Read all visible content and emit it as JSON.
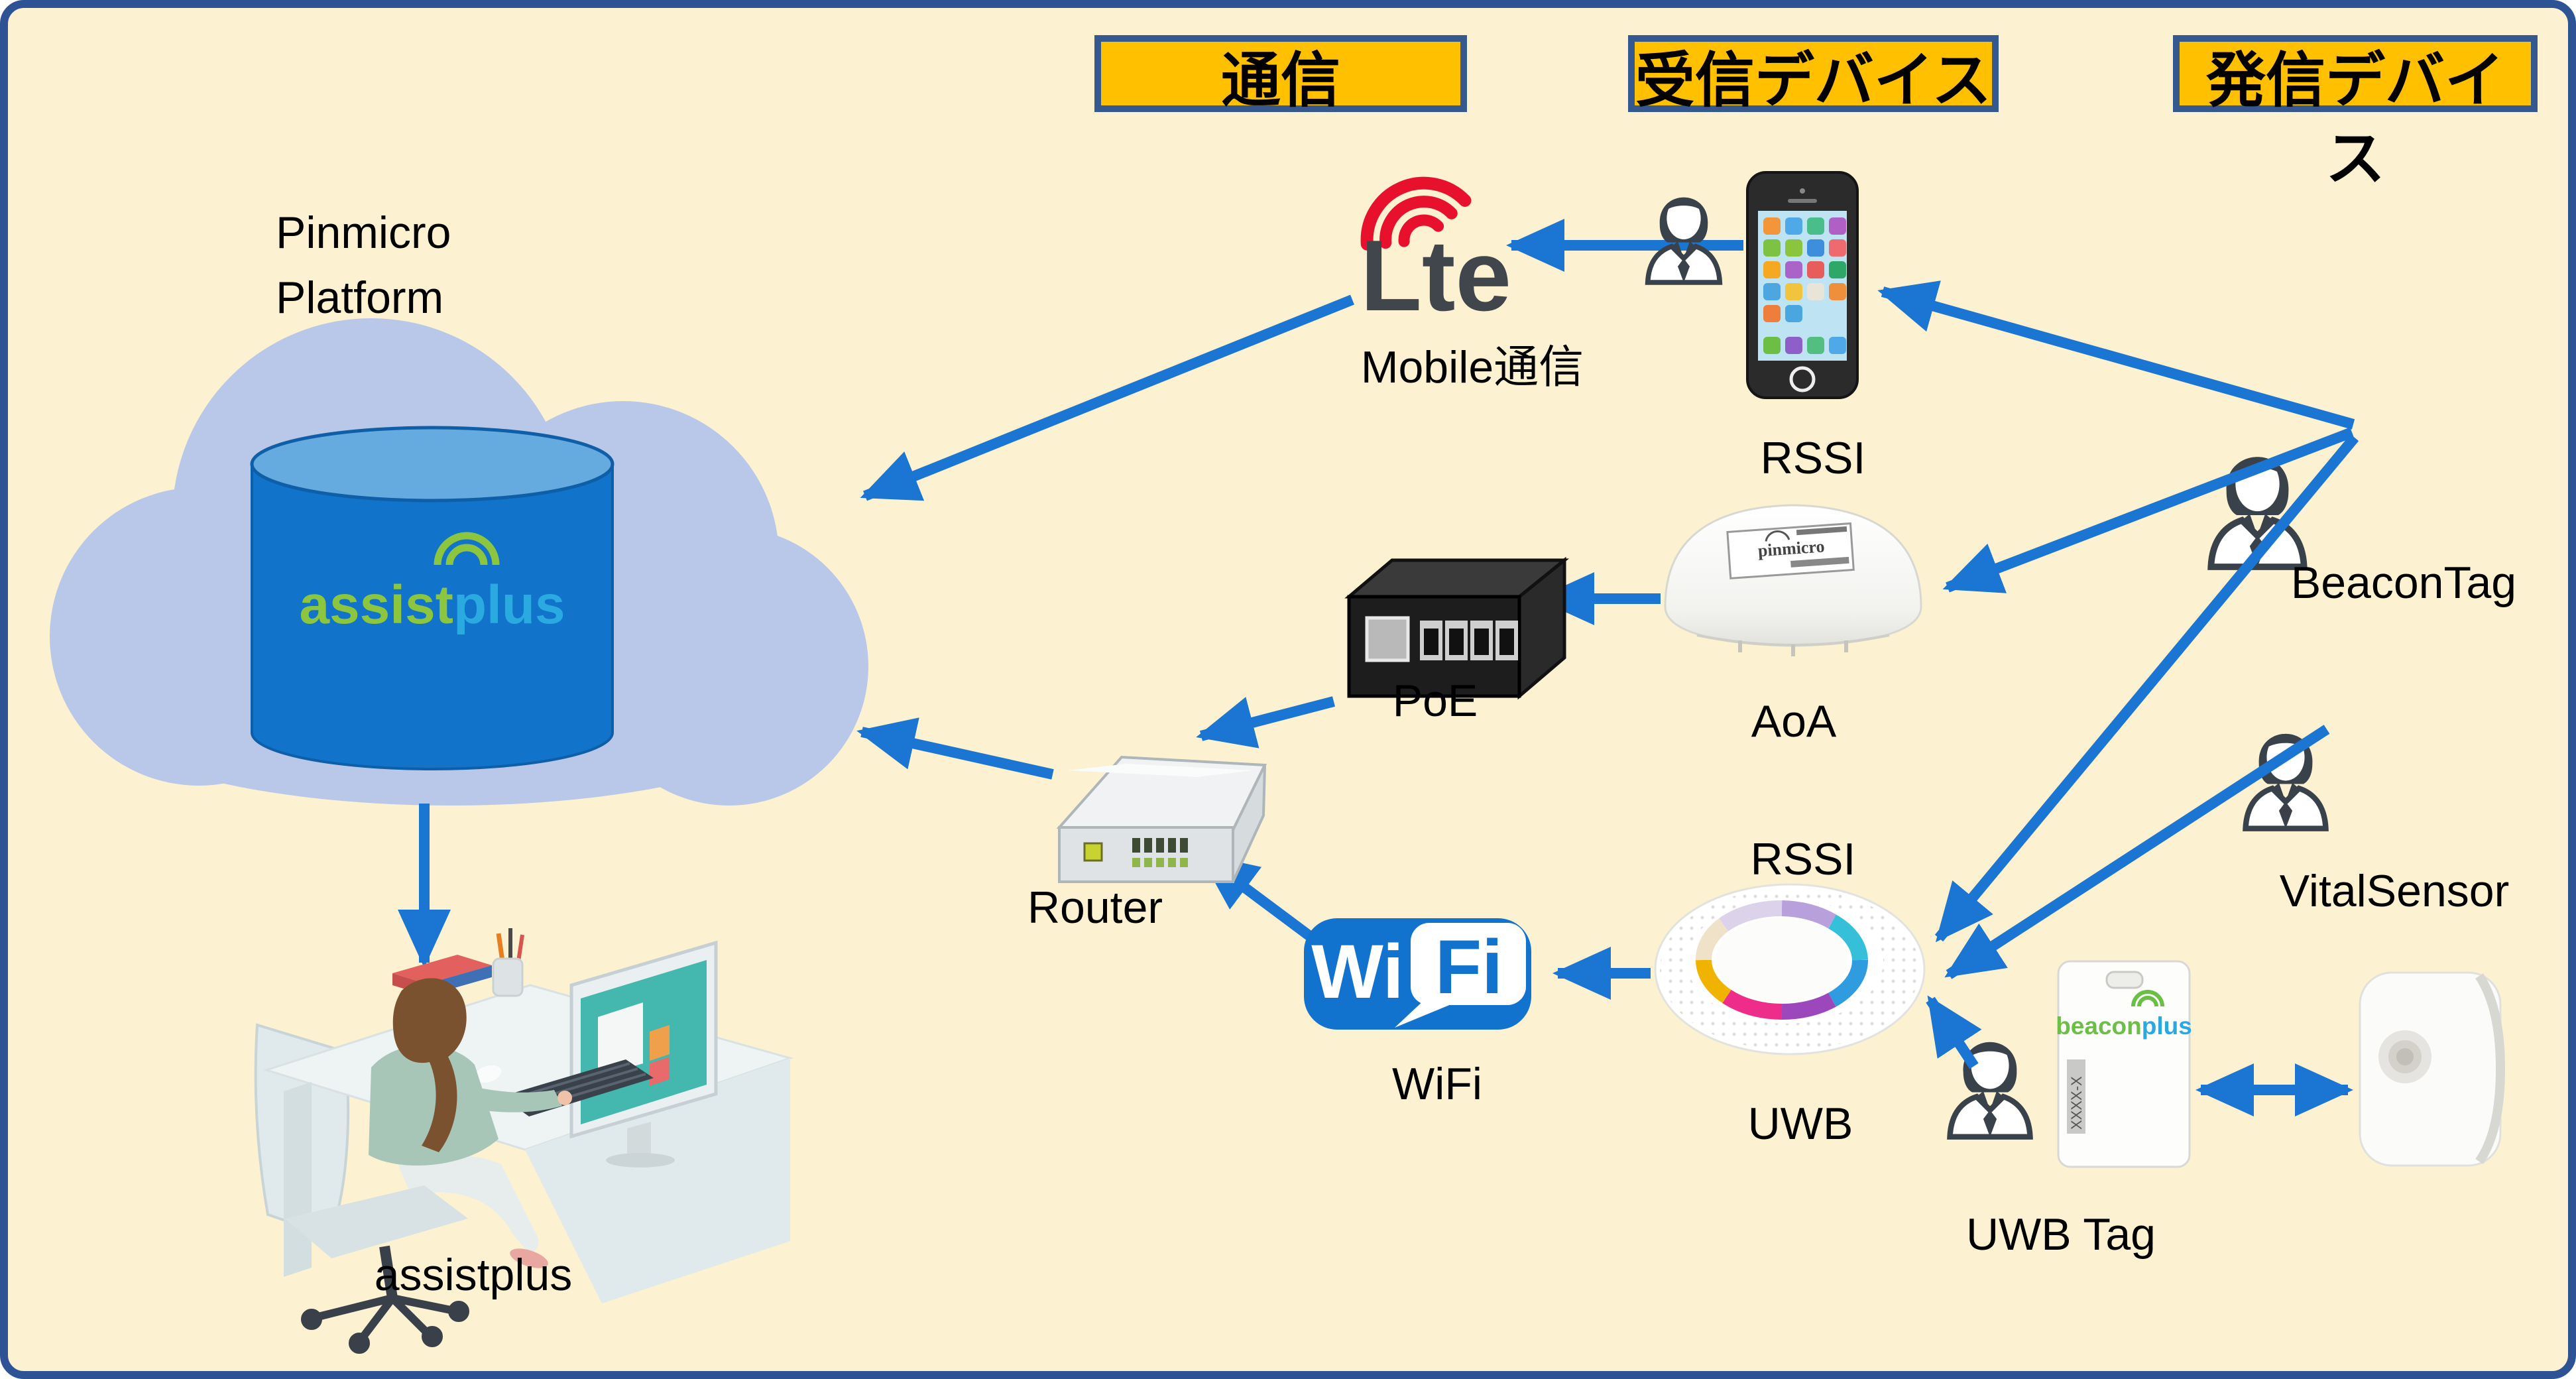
{
  "canvas": {
    "background": "#FCF2D2",
    "border": "#2E5395"
  },
  "legend": {
    "comm": "通信",
    "receiver": "受信デバイス",
    "transmitter": "発信デバイス"
  },
  "cloud": {
    "title1": "Pinmicro",
    "title2": "Platform",
    "db_logo_left": "assist",
    "db_logo_right": "plus"
  },
  "nodes": {
    "mobile": {
      "logo": "Lte",
      "label": "Mobile通信"
    },
    "phone": {
      "label": "RSSI"
    },
    "aoa": {
      "label": "AoA",
      "sticker": "pinmicro"
    },
    "poe": {
      "label": "PoE"
    },
    "router": {
      "label": "Router"
    },
    "wifi": {
      "logo_left": "Wi",
      "logo_right": "Fi",
      "label": "WiFi"
    },
    "uwb": {
      "label_top": "RSSI",
      "label": "UWB"
    },
    "beacon_tag": {
      "label": "BeaconTag"
    },
    "vital_sensor": {
      "label": "VitalSensor"
    },
    "uwb_tag": {
      "label": "UWB Tag",
      "card_brand_left": "beacon",
      "card_brand_right": "plus",
      "card_serial": "XXXX-X"
    },
    "operator": {
      "label": "assistplus"
    }
  },
  "colors": {
    "arrow": "#1B75D2",
    "header_bg": "#FFC000",
    "header_border": "#35598E",
    "cloud": "#B9C8E9",
    "cylinder": "#1173C9",
    "cylinder_top": "#66ABDF",
    "assist_green": "#8CC63F",
    "plus_cyan": "#2BAAE2",
    "lte_red": "#E8112D",
    "lte_gray": "#41464C",
    "wifi_blue": "#1273CE"
  }
}
